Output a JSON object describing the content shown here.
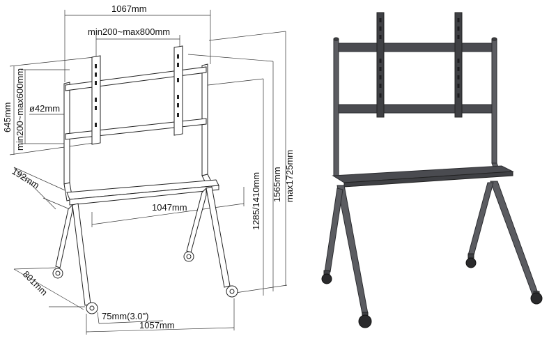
{
  "drawing": {
    "dims": {
      "width_total": "1067mm",
      "vesa_horizontal": "min200~max800mm",
      "bracket_height": "645mm",
      "vesa_vertical": "min200~max600mm",
      "tube_diameter": "ø42mm",
      "shelf_depth": "192mm",
      "shelf_width": "1047mm",
      "base_depth": "801mm",
      "caster_height": "75mm(3.0\")",
      "base_width": "1057mm",
      "shelf_heights": "1285/1410mm",
      "bracket_center_height": "1565mm",
      "max_height": "max1725mm"
    }
  },
  "colors": {
    "line": "#222222",
    "metal": "#4a4b50",
    "background": "#ffffff"
  }
}
